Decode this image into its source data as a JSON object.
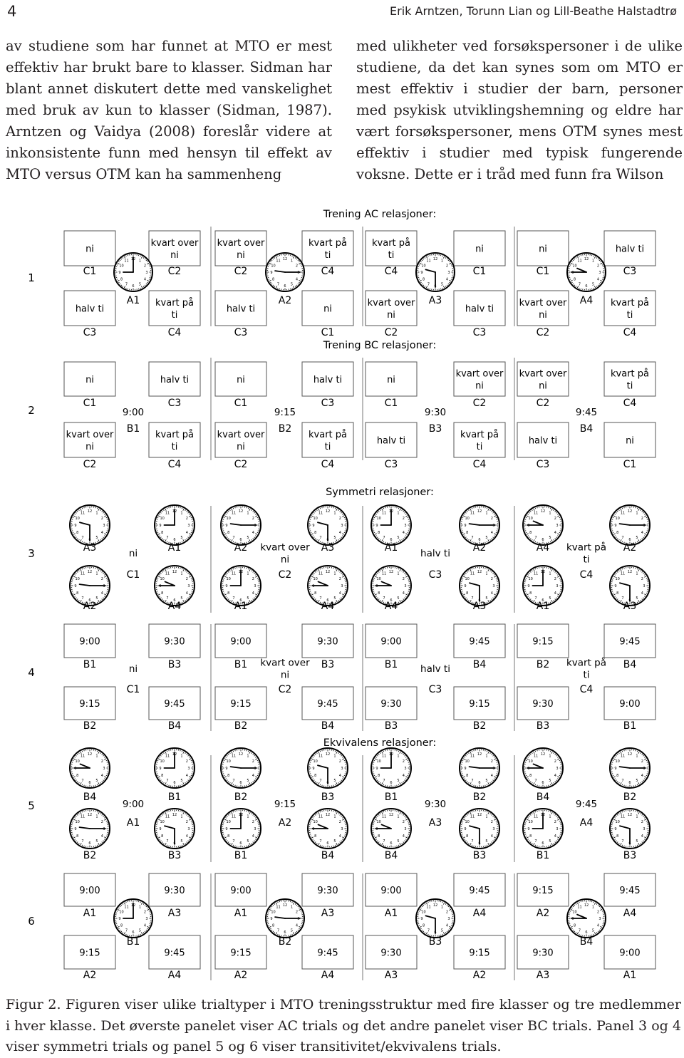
{
  "header": {
    "page_number": "4",
    "authors": "Erik Arntzen, Torunn Lian og Lill-Beathe Halstadtrø"
  },
  "body": {
    "left_column": "av studiene som har funnet at MTO er mest effektiv har brukt bare to klasser. Sidman har blant annet diskutert dette med vanskelighet med bruk av kun to klasser (Sidman, 1987). Arntzen og Vaidya (2008) foreslår videre at inkonsistente funn med hensyn til effekt av MTO versus OTM kan ha sammenheng",
    "right_column": "med ulikheter ved forsøkspersoner i de ulike studiene, da det kan synes som om MTO er mest effektiv i studier der barn, personer med psykisk utviklingshemning og eldre har vært forsøkspersoner, mens OTM synes mest effektiv i studier med typisk fungerende voksne. Dette er i tråd med funn fra Wilson"
  },
  "figure": {
    "headers": [
      "Trening AC relasjoner:",
      "Trening BC relasjoner:",
      "Symmetri relasjoner:",
      "Ekvivalens relasjoner:"
    ],
    "clock_times": {
      "A1": "9:00",
      "A2": "9:15",
      "A3": "9:30",
      "A4": "9:45"
    },
    "panels": [
      {
        "label": "1",
        "trials": [
          {
            "sample": "A1",
            "tl": {
              "text": "ni",
              "code": "C1"
            },
            "tr": {
              "text": "kvart over ni",
              "code": "C2"
            },
            "bl": {
              "text": "halv ti",
              "code": "C3"
            },
            "br": {
              "text": "kvart på ti",
              "code": "C4"
            }
          },
          {
            "sample": "A2",
            "tl": {
              "text": "kvart over ni",
              "code": "C2"
            },
            "tr": {
              "text": "kvart på ti",
              "code": "C4"
            },
            "bl": {
              "text": "halv ti",
              "code": "C3"
            },
            "br": {
              "text": "ni",
              "code": "C1"
            }
          },
          {
            "sample": "A3",
            "tl": {
              "text": "kvart på ti",
              "code": "C4"
            },
            "tr": {
              "text": "ni",
              "code": "C1"
            },
            "bl": {
              "text": "kvart over ni",
              "code": "C2"
            },
            "br": {
              "text": "halv ti",
              "code": "C3"
            }
          },
          {
            "sample": "A4",
            "tl": {
              "text": "ni",
              "code": "C1"
            },
            "tr": {
              "text": "halv ti",
              "code": "C3"
            },
            "bl": {
              "text": "kvart over ni",
              "code": "C2"
            },
            "br": {
              "text": "kvart på ti",
              "code": "C4"
            }
          }
        ]
      },
      {
        "label": "2",
        "trials": [
          {
            "sample_text": "9:00",
            "sample_code": "B1",
            "tl": {
              "text": "ni",
              "code": "C1"
            },
            "tr": {
              "text": "halv ti",
              "code": "C3"
            },
            "bl": {
              "text": "kvart over ni",
              "code": "C2"
            },
            "br": {
              "text": "kvart på ti",
              "code": "C4"
            }
          },
          {
            "sample_text": "9:15",
            "sample_code": "B2",
            "tl": {
              "text": "ni",
              "code": "C1"
            },
            "tr": {
              "text": "halv ti",
              "code": "C3"
            },
            "bl": {
              "text": "kvart over ni",
              "code": "C2"
            },
            "br": {
              "text": "kvart på ti",
              "code": "C4"
            }
          },
          {
            "sample_text": "9:30",
            "sample_code": "B3",
            "tl": {
              "text": "ni",
              "code": "C1"
            },
            "tr": {
              "text": "kvart over ni",
              "code": "C2"
            },
            "bl": {
              "text": "halv ti",
              "code": "C3"
            },
            "br": {
              "text": "kvart på ti",
              "code": "C4"
            }
          },
          {
            "sample_text": "9:45",
            "sample_code": "B4",
            "tl": {
              "text": "kvart over ni",
              "code": "C2"
            },
            "tr": {
              "text": "kvart på ti",
              "code": "C4"
            },
            "bl": {
              "text": "halv ti",
              "code": "C3"
            },
            "br": {
              "text": "ni",
              "code": "C1"
            }
          }
        ]
      },
      {
        "label": "3",
        "trials": [
          {
            "sample_text": "ni",
            "sample_code": "C1",
            "tl": {
              "clock": "A3"
            },
            "tr": {
              "clock": "A1"
            },
            "bl": {
              "clock": "A2"
            },
            "br": {
              "clock": "A4"
            }
          },
          {
            "sample_text": "kvart over ni",
            "sample_code": "C2",
            "tl": {
              "clock": "A2"
            },
            "tr": {
              "clock": "A3"
            },
            "bl": {
              "clock": "A1"
            },
            "br": {
              "clock": "A4"
            }
          },
          {
            "sample_text": "halv ti",
            "sample_code": "C3",
            "tl": {
              "clock": "A1"
            },
            "tr": {
              "clock": "A2"
            },
            "bl": {
              "clock": "A4"
            },
            "br": {
              "clock": "A3"
            }
          },
          {
            "sample_text": "kvart på ti",
            "sample_code": "C4",
            "tl": {
              "clock": "A4"
            },
            "tr": {
              "clock": "A2"
            },
            "bl": {
              "clock": "A1"
            },
            "br": {
              "clock": "A3"
            }
          }
        ]
      },
      {
        "label": "4",
        "trials": [
          {
            "sample_text": "ni",
            "sample_code": "C1",
            "tl": {
              "text": "9:00",
              "code": "B1"
            },
            "tr": {
              "text": "9:30",
              "code": "B3"
            },
            "bl": {
              "text": "9:15",
              "code": "B2"
            },
            "br": {
              "text": "9:45",
              "code": "B4"
            }
          },
          {
            "sample_text": "kvart over ni",
            "sample_code": "C2",
            "tl": {
              "text": "9:00",
              "code": "B1"
            },
            "tr": {
              "text": "9:30",
              "code": "B3"
            },
            "bl": {
              "text": "9:15",
              "code": "B2"
            },
            "br": {
              "text": "9:45",
              "code": "B4"
            }
          },
          {
            "sample_text": "halv ti",
            "sample_code": "C3",
            "tl": {
              "text": "9:00",
              "code": "B1"
            },
            "tr": {
              "text": "9:45",
              "code": "B4"
            },
            "bl": {
              "text": "9:30",
              "code": "B3"
            },
            "br": {
              "text": "9:15",
              "code": "B2"
            }
          },
          {
            "sample_text": "kvart på ti",
            "sample_code": "C4",
            "tl": {
              "text": "9:15",
              "code": "B2"
            },
            "tr": {
              "text": "9:45",
              "code": "B4"
            },
            "bl": {
              "text": "9:30",
              "code": "B3"
            },
            "br": {
              "text": "9:00",
              "code": "B1"
            }
          }
        ]
      },
      {
        "label": "5",
        "trials": [
          {
            "sample_text": "9:00",
            "sample_code": "A1",
            "tl": {
              "clock": "A4",
              "code": "B4"
            },
            "tr": {
              "clock": "A1",
              "code": "B1"
            },
            "bl": {
              "clock": "A2",
              "code": "B2"
            },
            "br": {
              "clock": "A3",
              "code": "B3"
            }
          },
          {
            "sample_text": "9:15",
            "sample_code": "A2",
            "tl": {
              "clock": "A2",
              "code": "B2"
            },
            "tr": {
              "clock": "A3",
              "code": "B3"
            },
            "bl": {
              "clock": "A1",
              "code": "B1"
            },
            "br": {
              "clock": "A4",
              "code": "B4"
            }
          },
          {
            "sample_text": "9:30",
            "sample_code": "A3",
            "tl": {
              "clock": "A1",
              "code": "B1"
            },
            "tr": {
              "clock": "A2",
              "code": "B2"
            },
            "bl": {
              "clock": "A4",
              "code": "B4"
            },
            "br": {
              "clock": "A3",
              "code": "B3"
            }
          },
          {
            "sample_text": "9:45",
            "sample_code": "A4",
            "tl": {
              "clock": "A4",
              "code": "B4"
            },
            "tr": {
              "clock": "A2",
              "code": "B2"
            },
            "bl": {
              "clock": "A1",
              "code": "B1"
            },
            "br": {
              "clock": "A3",
              "code": "B3"
            }
          }
        ]
      },
      {
        "label": "6",
        "trials": [
          {
            "sample": "A1",
            "sample_code": "B1",
            "tl": {
              "text": "9:00",
              "code": "A1"
            },
            "tr": {
              "text": "9:30",
              "code": "A3"
            },
            "bl": {
              "text": "9:15",
              "code": "A2"
            },
            "br": {
              "text": "9:45",
              "code": "A4"
            }
          },
          {
            "sample": "A2",
            "sample_code": "B2",
            "tl": {
              "text": "9:00",
              "code": "A1"
            },
            "tr": {
              "text": "9:30",
              "code": "A3"
            },
            "bl": {
              "text": "9:15",
              "code": "A2"
            },
            "br": {
              "text": "9:45",
              "code": "A4"
            }
          },
          {
            "sample": "A3",
            "sample_code": "B3",
            "tl": {
              "text": "9:00",
              "code": "A1"
            },
            "tr": {
              "text": "9:45",
              "code": "A4"
            },
            "bl": {
              "text": "9:30",
              "code": "A3"
            },
            "br": {
              "text": "9:15",
              "code": "A2"
            }
          },
          {
            "sample": "A4",
            "sample_code": "B4",
            "tl": {
              "text": "9:15",
              "code": "A2"
            },
            "tr": {
              "text": "9:45",
              "code": "A4"
            },
            "bl": {
              "text": "9:30",
              "code": "A3"
            },
            "br": {
              "text": "9:00",
              "code": "A1"
            }
          }
        ]
      }
    ]
  },
  "caption": "Figur 2. Figuren viser ulike trialtyper i MTO treningsstruktur med fire klasser og tre medlemmer i hver klasse. Det øverste panelet viser AC trials og det andre panelet viser BC trials. Panel 3 og 4 viser symmetri trials og panel 5 og 6 viser transitivitet/ekvivalens trials."
}
